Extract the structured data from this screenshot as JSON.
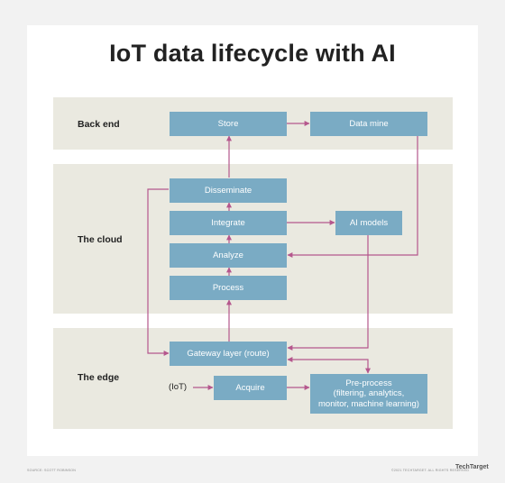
{
  "title": "IoT data lifecycle with AI",
  "bands": {
    "back_end": "Back end",
    "cloud": "The cloud",
    "edge": "The edge"
  },
  "nodes": {
    "store": "Store",
    "data_mine": "Data mine",
    "disseminate": "Disseminate",
    "integrate": "Integrate",
    "ai_models": "AI models",
    "analyze": "Analyze",
    "process": "Process",
    "gateway": "Gateway layer (route)",
    "acquire": "Acquire",
    "preprocess": "Pre-process\n(filtering, analytics,\nmonitor, machine learning)"
  },
  "iot_label": "(IoT)",
  "footer": {
    "source": "SOURCE: SCOTT ROBINSON",
    "copyright": "©2021 TECHTARGET. ALL RIGHTS RESERVED",
    "logo": "TechTarget"
  },
  "colors": {
    "box": "#7aabc4",
    "arrow": "#b5578d",
    "band": "#eae9e0"
  }
}
